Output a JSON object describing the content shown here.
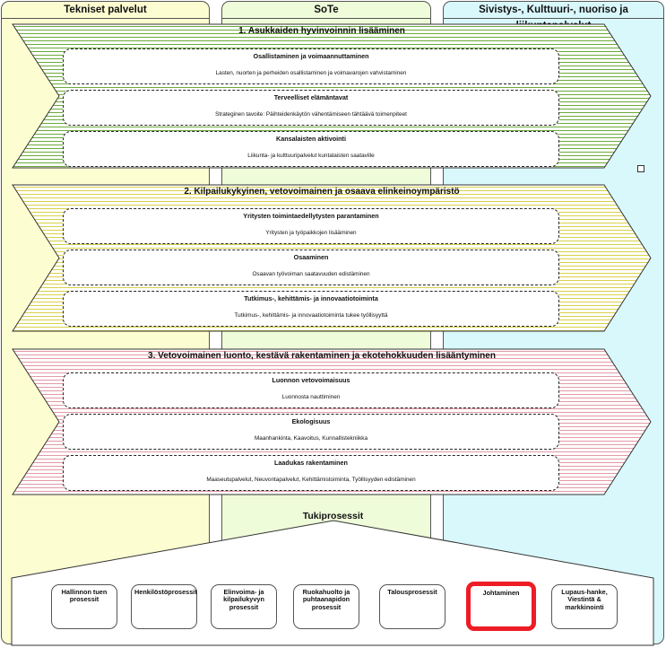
{
  "columns": [
    {
      "label": "Tekniset palvelut",
      "color": "#fdfdd2"
    },
    {
      "label": "SoTe",
      "color": "#eefcd9"
    },
    {
      "label": "Sivistys-, Kulttuuri-, nuoriso ja liikuntapalvelut",
      "color": "#d9f8fc"
    }
  ],
  "goals": [
    {
      "title": "1. Asukkaiden hyvinvoinnin lisääminen",
      "stripe_color": "#6cab3b",
      "items": [
        {
          "title": "Osallistaminen ja voimaannuttaminen",
          "text": "Lasten, nuorten ja perheiden osallistaminen ja voimavarojen vahvistaminen"
        },
        {
          "title": "Terveelliset elämäntavat",
          "text": "Strateginen tavoite: Päihteidenkäytön vähentämiseen tähtäävä toimenpiteet"
        },
        {
          "title": "Kansalaisten aktivointi",
          "text": "Liikunta- ja kulttuuripalvelut kuntalaisten saataville"
        }
      ]
    },
    {
      "title": "2. Kilpailukykyinen, vetovoimainen ja osaava elinkeinoympäristö",
      "stripe_color": "#d8d24a",
      "items": [
        {
          "title": "Yritysten toimintaedellytysten parantaminen",
          "text": "Yritysten ja työpaikkojen lisääminen"
        },
        {
          "title": "Osaaminen",
          "text": "Osaavan työvoiman saatavuuden edistäminen"
        },
        {
          "title": "Tutkimus-, kehittämis- ja innovaatiotoiminta",
          "text": "Tutkimus-, kehittämis- ja innovaatiotoiminta tukee työllisyyttä"
        }
      ]
    },
    {
      "title": "3. Vetovoimainen luonto, kestävä rakentaminen ja ekotehokkuuden lisääntyminen",
      "stripe_color": "#e39aa6",
      "items": [
        {
          "title": "Luonnon vetovoimaisuus",
          "text": "Luonnosta nauttiminen"
        },
        {
          "title": "Ekologisuus",
          "text": "Maanhankinta, Kaavoitus, Kunnallistekniikka"
        },
        {
          "title": "Laadukas rakentaminen",
          "text": "Maaseutupalvelut, Neuvontapalvelut, Kehittämistoiminta, Työllisyyden edistäminen"
        }
      ]
    }
  ],
  "support": {
    "title": "Tukiprosessit",
    "processes": [
      {
        "label": "Hallinnon tuen prosessit"
      },
      {
        "label": "Henkilöstöprosessit"
      },
      {
        "label": "Elinvoima- ja kilpailukyvyn prosessit"
      },
      {
        "label": "Ruokahuolto ja puhtaanapidon prosessit"
      },
      {
        "label": "Talousprosessit"
      },
      {
        "label": "Johtaminen",
        "selected": true
      },
      {
        "label": "Lupaus-hanke, Viestintä & markkinointi"
      }
    ]
  },
  "highlight_color": "#ee1c25"
}
